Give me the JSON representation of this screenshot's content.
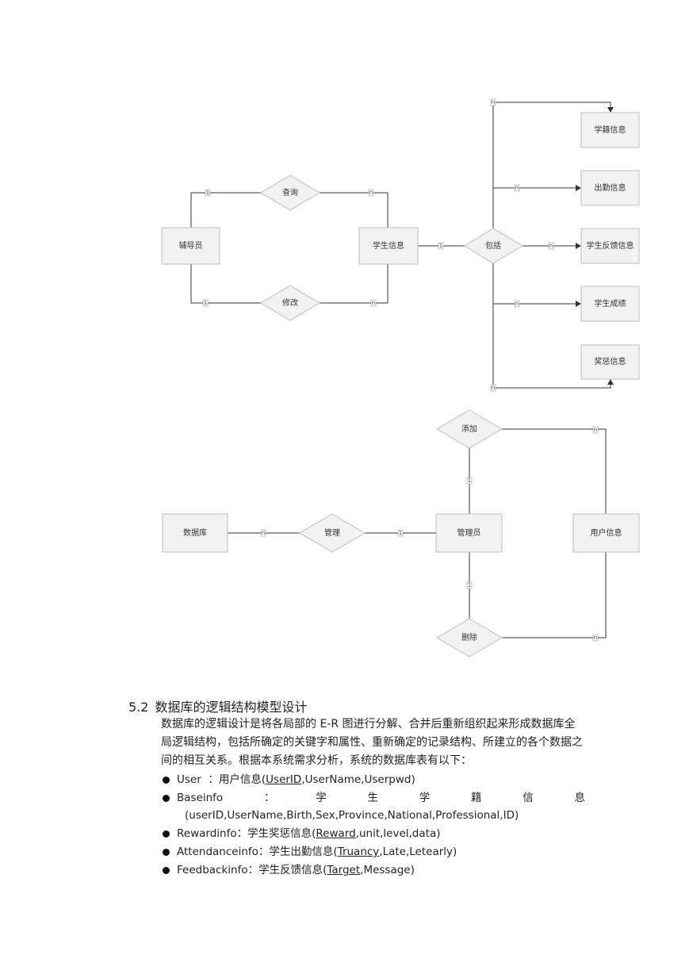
{
  "diagram1": {
    "entities": {
      "counselor": "辅导员",
      "student_info": "学生信息",
      "status_info": "学籍信息",
      "attendance_info": "出勤信息",
      "feedback_info": "学生反馈信息",
      "grades": "学生成绩",
      "reward_info": "奖惩信息"
    },
    "relations": {
      "query": "查询",
      "modify": "修改",
      "include": "包括"
    },
    "cardinalities": {
      "counselor_query": "1",
      "query_student": "n",
      "counselor_modify": "1",
      "modify_student": "n",
      "student_include": "1",
      "include_status": "n",
      "include_attendance": "n",
      "include_feedback": "n",
      "include_grades": "n",
      "include_reward": "n"
    }
  },
  "diagram2": {
    "entities": {
      "database": "数据库",
      "admin": "管理员",
      "user_info": "用户信息"
    },
    "relations": {
      "manage": "管理",
      "add": "添加",
      "delete": "删除"
    },
    "cardinalities": {
      "database_manage": "n",
      "manage_admin": "1",
      "admin_add": "1",
      "add_user": "n",
      "admin_delete": "1",
      "delete_user": "n"
    }
  },
  "section": {
    "number": "5.2",
    "title": "数据库的逻辑结构模型设计",
    "paragraph": "数据库的逻辑设计是将各局部的 E-R 图进行分解、合并后重新组织起来形成数据库全局逻辑结构，包括所确定的关键字和属性、重新确定的记录结构、所建立的各个数据之间的相互关系。根据本系统需求分析，系统的数据库表有以下：",
    "tables": [
      {
        "name": "User",
        "sep": "：",
        "desc": "用户信息",
        "key": "UserID",
        "rest": ",UserName,Userpwd)"
      },
      {
        "name": "Baseinfo",
        "sep": "：",
        "desc_chars": [
          "学",
          "生",
          "学",
          "籍",
          "信",
          "息"
        ],
        "cont": "(userID,UserName,Birth,Sex,Province,National,Professional,ID)"
      },
      {
        "name": "Rewardinfo",
        "sep": "：",
        "desc": "学生奖惩信息",
        "key": "Reward",
        "rest": ",unit,level,data)"
      },
      {
        "name": "Attendanceinfo",
        "sep": "：",
        "desc": "学生出勤信息",
        "key": "Truancy",
        "rest": ",Late,Letearly)"
      },
      {
        "name": "Feedbackinfo",
        "sep": "：",
        "desc": "学生反馈信息",
        "key": "Target",
        "rest": ",Message)"
      }
    ]
  }
}
